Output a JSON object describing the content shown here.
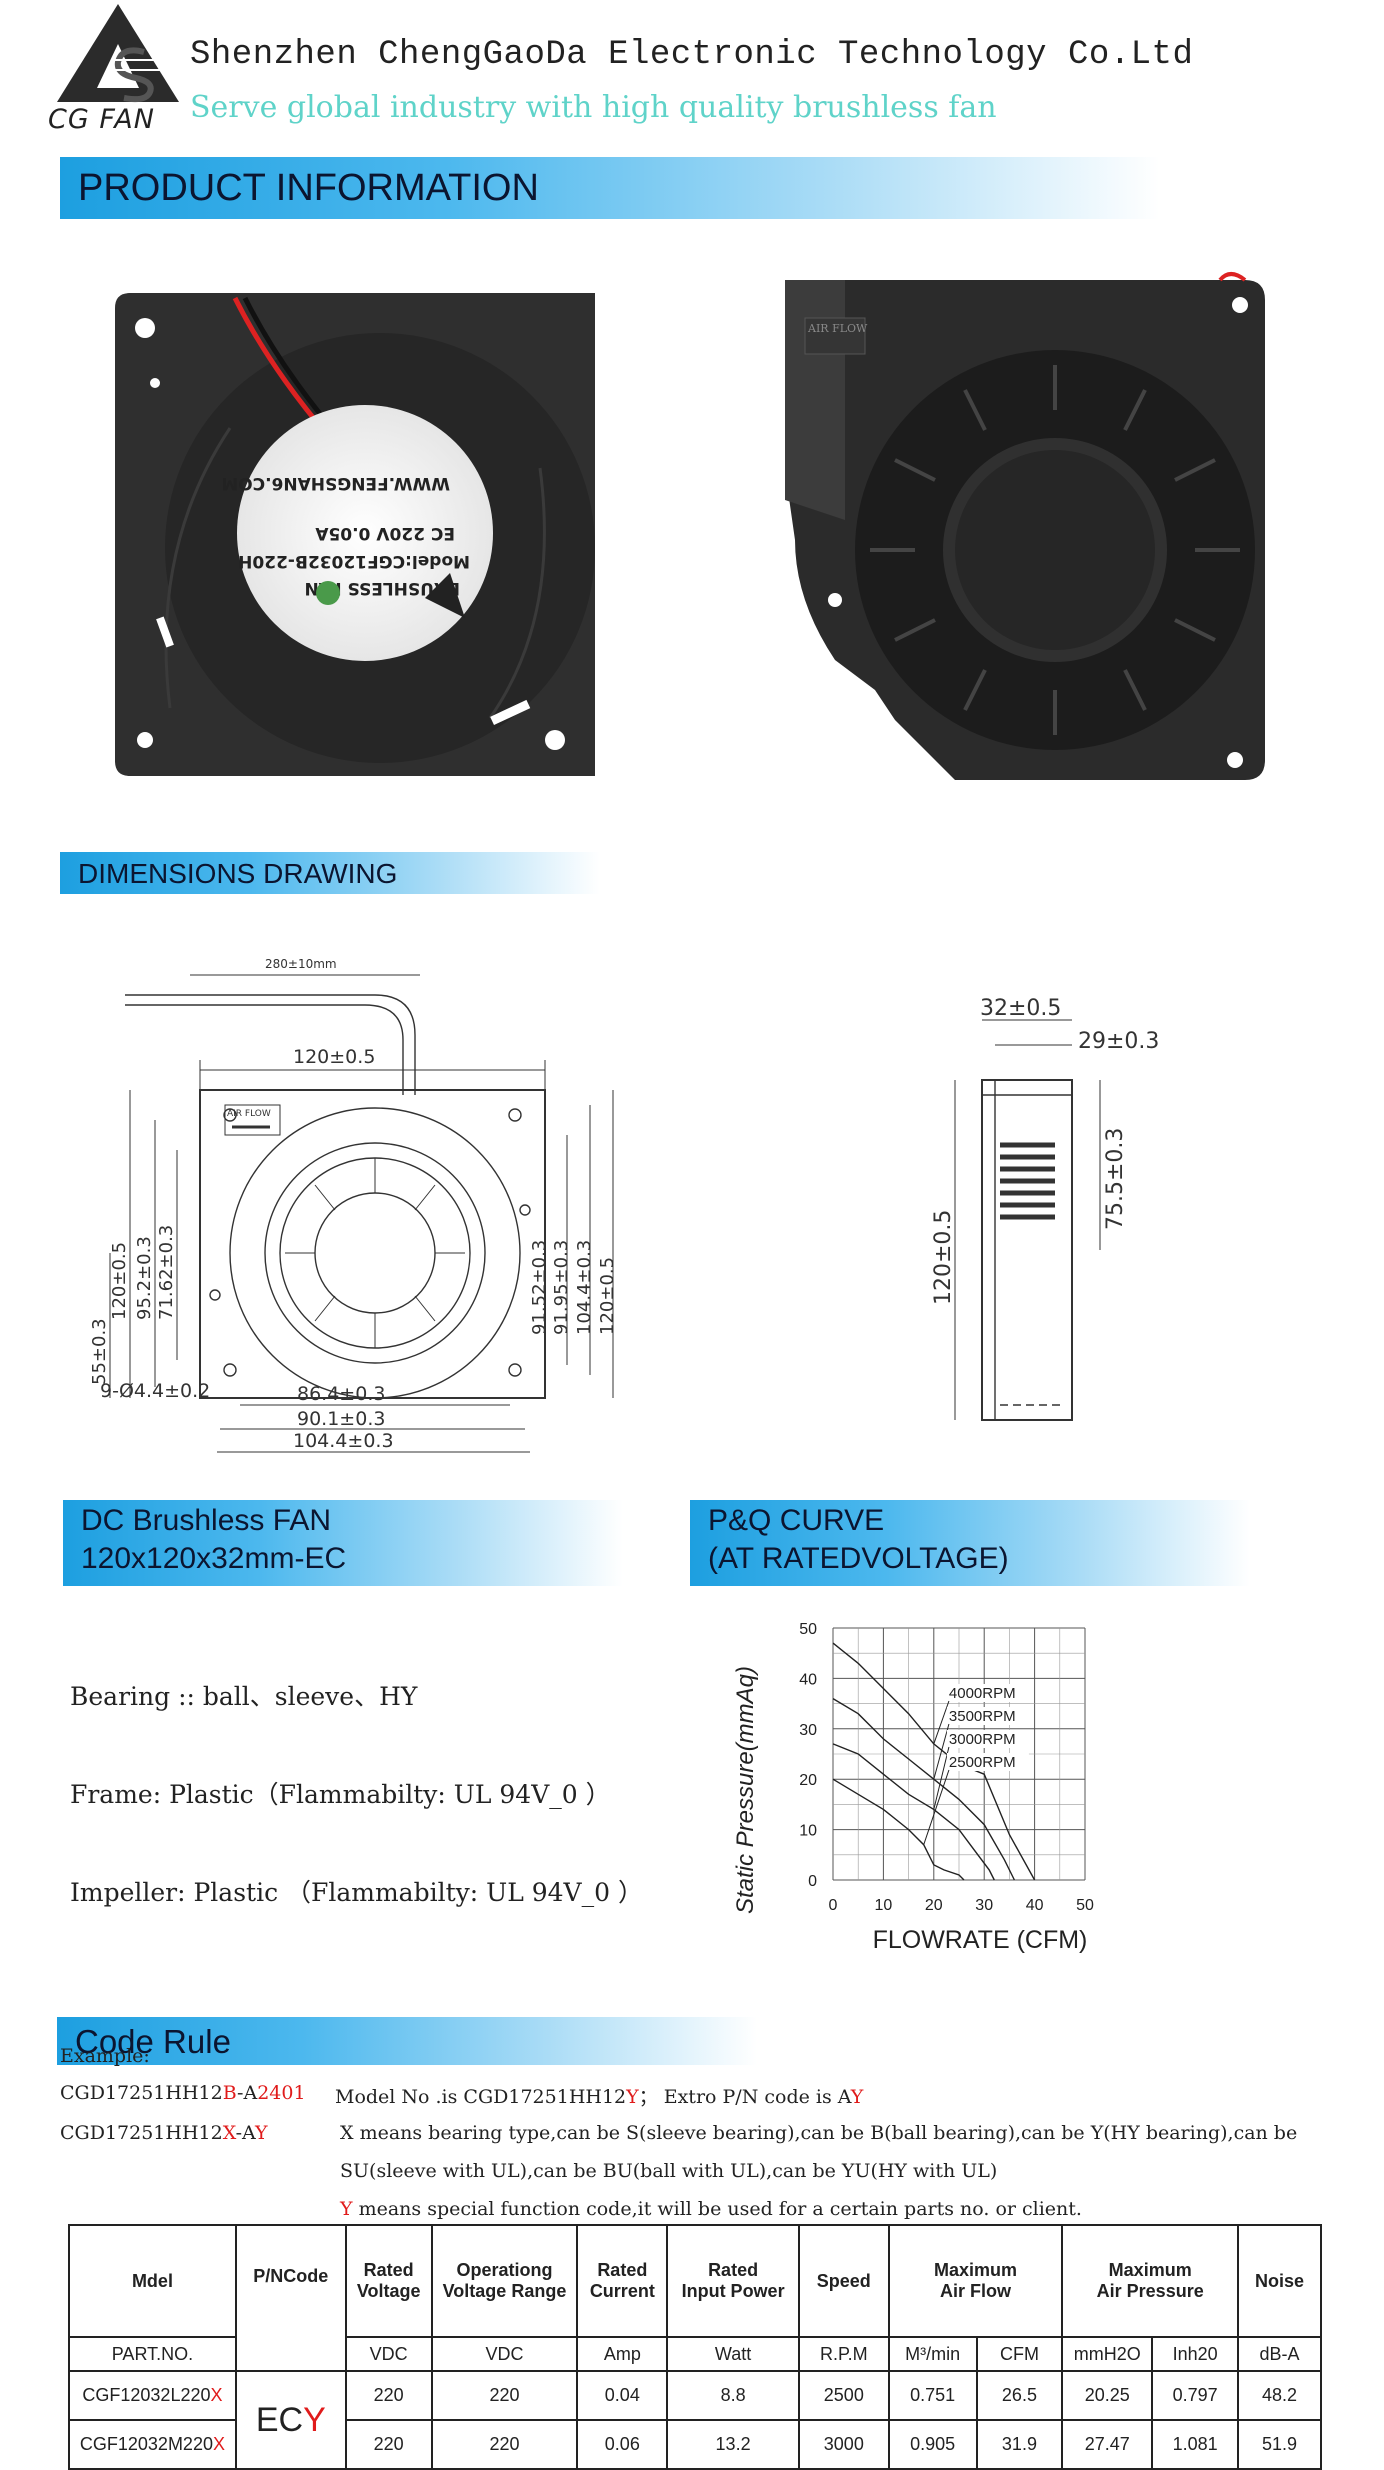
{
  "header": {
    "logo_text": "CG FAN",
    "company": "Shenzhen ChengGaoDa  Electronic Technology Co.Ltd",
    "slogan": "Serve global industry with high quality brushless fan",
    "accent_color": "#5fd3c9"
  },
  "sections": {
    "product_info": "PRODUCT  INFORMATION",
    "dimensions": "DIMENSIONS  DRAWING",
    "fan_title_1": "DC  Brushless  FAN",
    "fan_title_2": "120x120x32mm-EC",
    "pq_title_1": "P&Q  CURVE",
    "pq_title_2": "(AT  RATEDVOLTAGE)",
    "code_rule": "Code  Rule"
  },
  "photo_front": {
    "label_brand": "BRUSHLESS FAN",
    "label_model": "Model:CGF12032B-220H",
    "label_rating": "EC 220V 0.05A",
    "label_site": "WWW.FENGSHAN6.COM"
  },
  "photo_side": {
    "airflow_label": "AIR FLOW"
  },
  "drawing_front": {
    "cable": "280±10mm",
    "width_top": "120±0.5",
    "airflow": "AIR FLOW",
    "left_1": "120±0.5",
    "left_2": "95.2±0.3",
    "left_3": "71.62±0.3",
    "left_4": "55±0.3",
    "right_1": "91.52±0.3",
    "right_2": "91.95±0.3",
    "right_3": "104.4±0.3",
    "right_4": "120±0.5",
    "holes": "9-Ø4.4±0.2",
    "bottom_1": "86.4±0.3",
    "bottom_2": "90.1±0.3",
    "bottom_3": "104.4±0.3"
  },
  "drawing_side": {
    "top_1": "32±0.5",
    "top_2": "29±0.3",
    "right": "75.5±0.3",
    "left": "120±0.5"
  },
  "specs": {
    "bearing": "Bearing :: ball、sleeve、HY",
    "frame": "Frame: Plastic（Flammabilty: UL 94V_0 ）",
    "impeller": "Impeller: Plastic （Flammabilty: UL 94V_0 ）"
  },
  "chart_data": {
    "type": "line",
    "title": "",
    "xlabel": "FLOWRATE (CFM)",
    "ylabel": "Static  Pressure(mmAq)",
    "xlim": [
      0,
      50
    ],
    "ylim": [
      0,
      50
    ],
    "x_ticks": [
      0,
      10,
      20,
      30,
      40,
      50
    ],
    "y_ticks": [
      0,
      10,
      20,
      30,
      40,
      50
    ],
    "grid": true,
    "series": [
      {
        "name": "4000RPM",
        "x": [
          0,
          5,
          10,
          15,
          20,
          25,
          30,
          35,
          40
        ],
        "y": [
          47,
          43,
          38,
          33,
          27,
          23,
          21,
          9,
          0
        ]
      },
      {
        "name": "3500RPM",
        "x": [
          0,
          5,
          10,
          15,
          20,
          25,
          30,
          34,
          36
        ],
        "y": [
          36,
          33,
          28,
          24,
          20,
          16,
          11,
          4,
          0
        ]
      },
      {
        "name": "3000RPM",
        "x": [
          0,
          5,
          10,
          15,
          20,
          25,
          28,
          31,
          32
        ],
        "y": [
          27,
          25,
          21,
          17,
          14,
          10,
          6,
          2,
          0
        ]
      },
      {
        "name": "2500RPM",
        "x": [
          0,
          5,
          10,
          15,
          18,
          20,
          22,
          25,
          26
        ],
        "y": [
          20,
          17,
          14,
          10,
          7,
          3,
          2,
          1,
          0
        ]
      }
    ]
  },
  "code_rule": {
    "example_label": "Example:",
    "ex1_prefix": "CGD17251HH12",
    "ex1_b": "B",
    "ex1_dash": "-A",
    "ex1_num": "2401",
    "ex1_desc_a": "Model  No .is  CGD17251HH12",
    "ex1_desc_y": "Y",
    "ex1_desc_b": "；  Extro  P/N  code  is  A",
    "ex1_desc_y2": "Y",
    "ex2_prefix": "CGD17251HH12",
    "ex2_x": "X",
    "ex2_dash": "-A",
    "ex2_y": "Y",
    "x_line1": "X  means bearing type,can be S(sleeve bearing),can  be B(ball bearing),can be Y(HY bearing),can be",
    "x_line2": "SU(sleeve with UL),can be BU(ball with UL),can be YU(HY with UL)",
    "y_letter": "Y",
    "y_line": " means special function code,it will be used for a certain parts no. or client."
  },
  "table": {
    "headers": {
      "model": "Mdel",
      "pn": "P/NCode",
      "voltage_1": "Rated",
      "voltage_2": "Voltage",
      "range_1": "Operationg",
      "range_2": "Voltage Range",
      "current_1": "Rated",
      "current_2": "Current",
      "power_1": "Rated",
      "power_2": "Input Power",
      "speed": "Speed",
      "airflow_1": "Maximum",
      "airflow_2": "Air Flow",
      "pressure_1": "Maximum",
      "pressure_2": "Air Pressure",
      "noise": "Noise"
    },
    "units": {
      "part": "PART.NO.",
      "vdc1": "VDC",
      "vdc2": "VDC",
      "amp": "Amp",
      "watt": "Watt",
      "rpm": "R.P.M",
      "m3": "M³/min",
      "cfm": "CFM",
      "mmh2o": "mmH2O",
      "inh2o": "Inh20",
      "dba": "dB-A"
    },
    "pn_code": "EC",
    "pn_code_y": "Y",
    "rows": [
      {
        "model": "CGF12032L220",
        "suffix": "X",
        "voltage": "220",
        "range": "220",
        "current": "0.04",
        "power": "8.8",
        "speed": "2500",
        "m3": "0.751",
        "cfm": "26.5",
        "mmh2o": "20.25",
        "inh2o": "0.797",
        "noise": "48.2"
      },
      {
        "model": "CGF12032M220",
        "suffix": "X",
        "voltage": "220",
        "range": "220",
        "current": "0.06",
        "power": "13.2",
        "speed": "3000",
        "m3": "0.905",
        "cfm": "31.9",
        "mmh2o": "27.47",
        "inh2o": "1.081",
        "noise": "51.9"
      }
    ]
  }
}
